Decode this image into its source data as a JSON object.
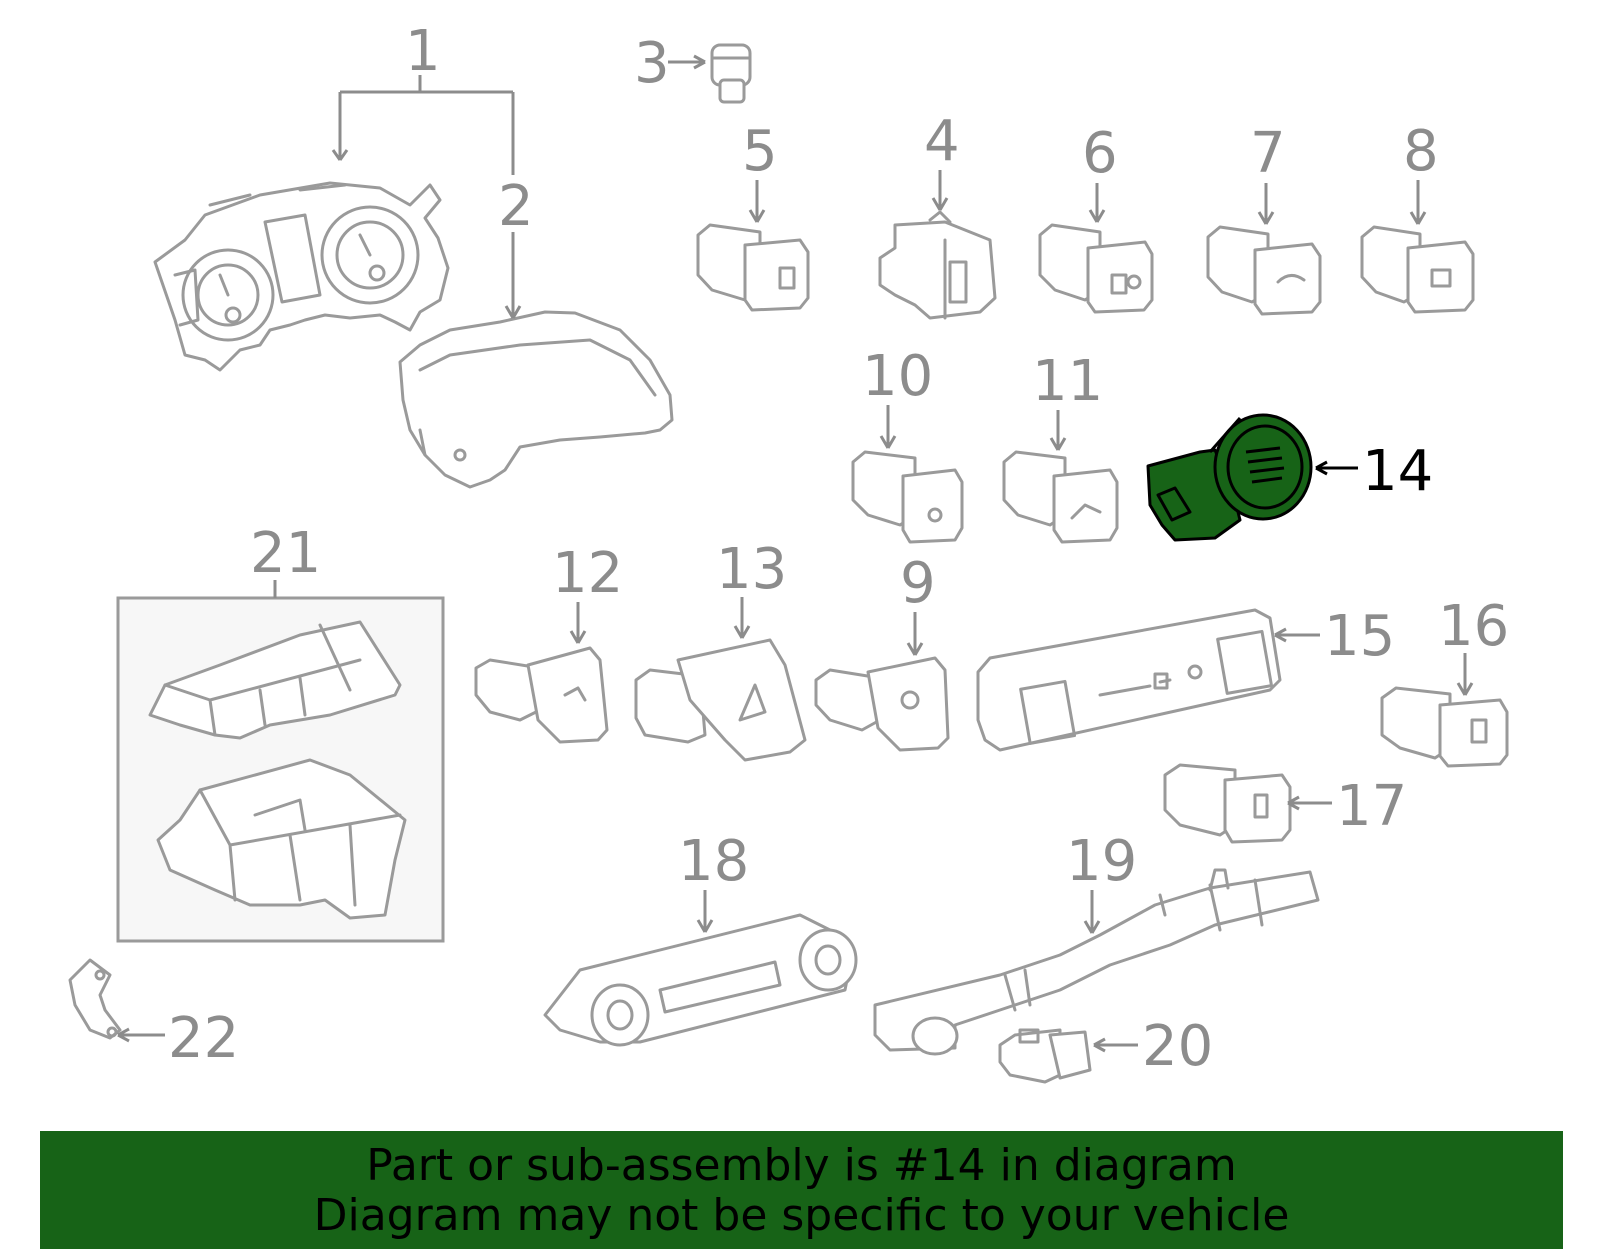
{
  "diagram": {
    "callouts": [
      {
        "id": "1",
        "label": "1"
      },
      {
        "id": "2",
        "label": "2"
      },
      {
        "id": "3",
        "label": "3"
      },
      {
        "id": "4",
        "label": "4"
      },
      {
        "id": "5",
        "label": "5"
      },
      {
        "id": "6",
        "label": "6"
      },
      {
        "id": "7",
        "label": "7"
      },
      {
        "id": "8",
        "label": "8"
      },
      {
        "id": "9",
        "label": "9"
      },
      {
        "id": "10",
        "label": "10"
      },
      {
        "id": "11",
        "label": "11"
      },
      {
        "id": "12",
        "label": "12"
      },
      {
        "id": "13",
        "label": "13"
      },
      {
        "id": "14",
        "label": "14"
      },
      {
        "id": "15",
        "label": "15"
      },
      {
        "id": "16",
        "label": "16"
      },
      {
        "id": "17",
        "label": "17"
      },
      {
        "id": "18",
        "label": "18"
      },
      {
        "id": "19",
        "label": "19"
      },
      {
        "id": "20",
        "label": "20"
      },
      {
        "id": "21",
        "label": "21"
      },
      {
        "id": "22",
        "label": "22"
      }
    ],
    "highlighted_part": "14",
    "highlight_color": "#176317",
    "line_color": "#9a9a9a"
  },
  "banner": {
    "line1": "Part or sub-assembly is #14 in diagram",
    "line2": "Diagram may not be specific to your vehicle",
    "background": "#176317"
  }
}
